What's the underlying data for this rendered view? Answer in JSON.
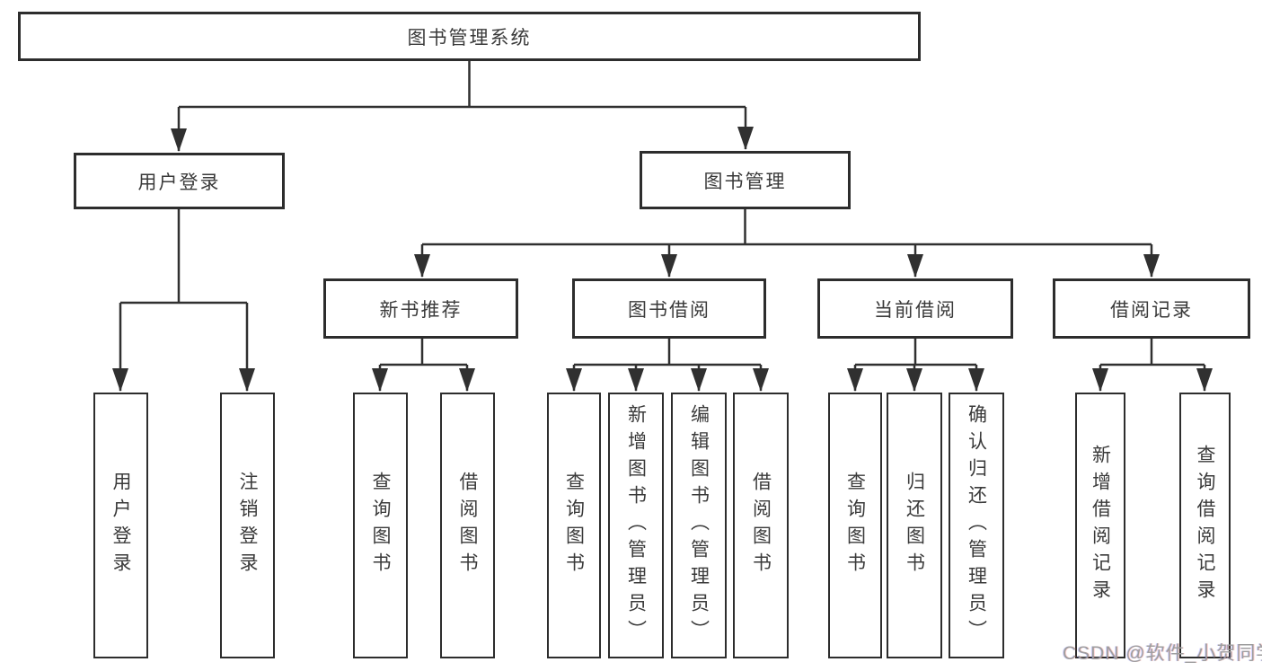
{
  "diagram_type": "hierarchy-tree",
  "tree": {
    "label": "图书管理系统",
    "children": [
      {
        "label": "用户登录",
        "children": [
          {
            "label": "用户登录"
          },
          {
            "label": "注销登录"
          }
        ]
      },
      {
        "label": "图书管理",
        "children": [
          {
            "label": "新书推荐",
            "children": [
              {
                "label": "查询图书"
              },
              {
                "label": "借阅图书"
              }
            ]
          },
          {
            "label": "图书借阅",
            "children": [
              {
                "label": "查询图书"
              },
              {
                "label": "新增图书（管理员）"
              },
              {
                "label": "编辑图书（管理员）"
              },
              {
                "label": "借阅图书"
              }
            ]
          },
          {
            "label": "当前借阅",
            "children": [
              {
                "label": "查询图书"
              },
              {
                "label": "归还图书"
              },
              {
                "label": "确认归还（管理员）"
              }
            ]
          },
          {
            "label": "借阅记录",
            "children": [
              {
                "label": "新增借阅记录"
              },
              {
                "label": "查询借阅记录"
              }
            ]
          }
        ]
      }
    ]
  },
  "watermark": {
    "text": "CSDN @软件_小贺同学",
    "color": "#9e9e9e"
  },
  "colors": {
    "line": "#303030",
    "box_border": "#2d2d2d",
    "text": "#3a3a3a",
    "background": "#ffffff"
  }
}
